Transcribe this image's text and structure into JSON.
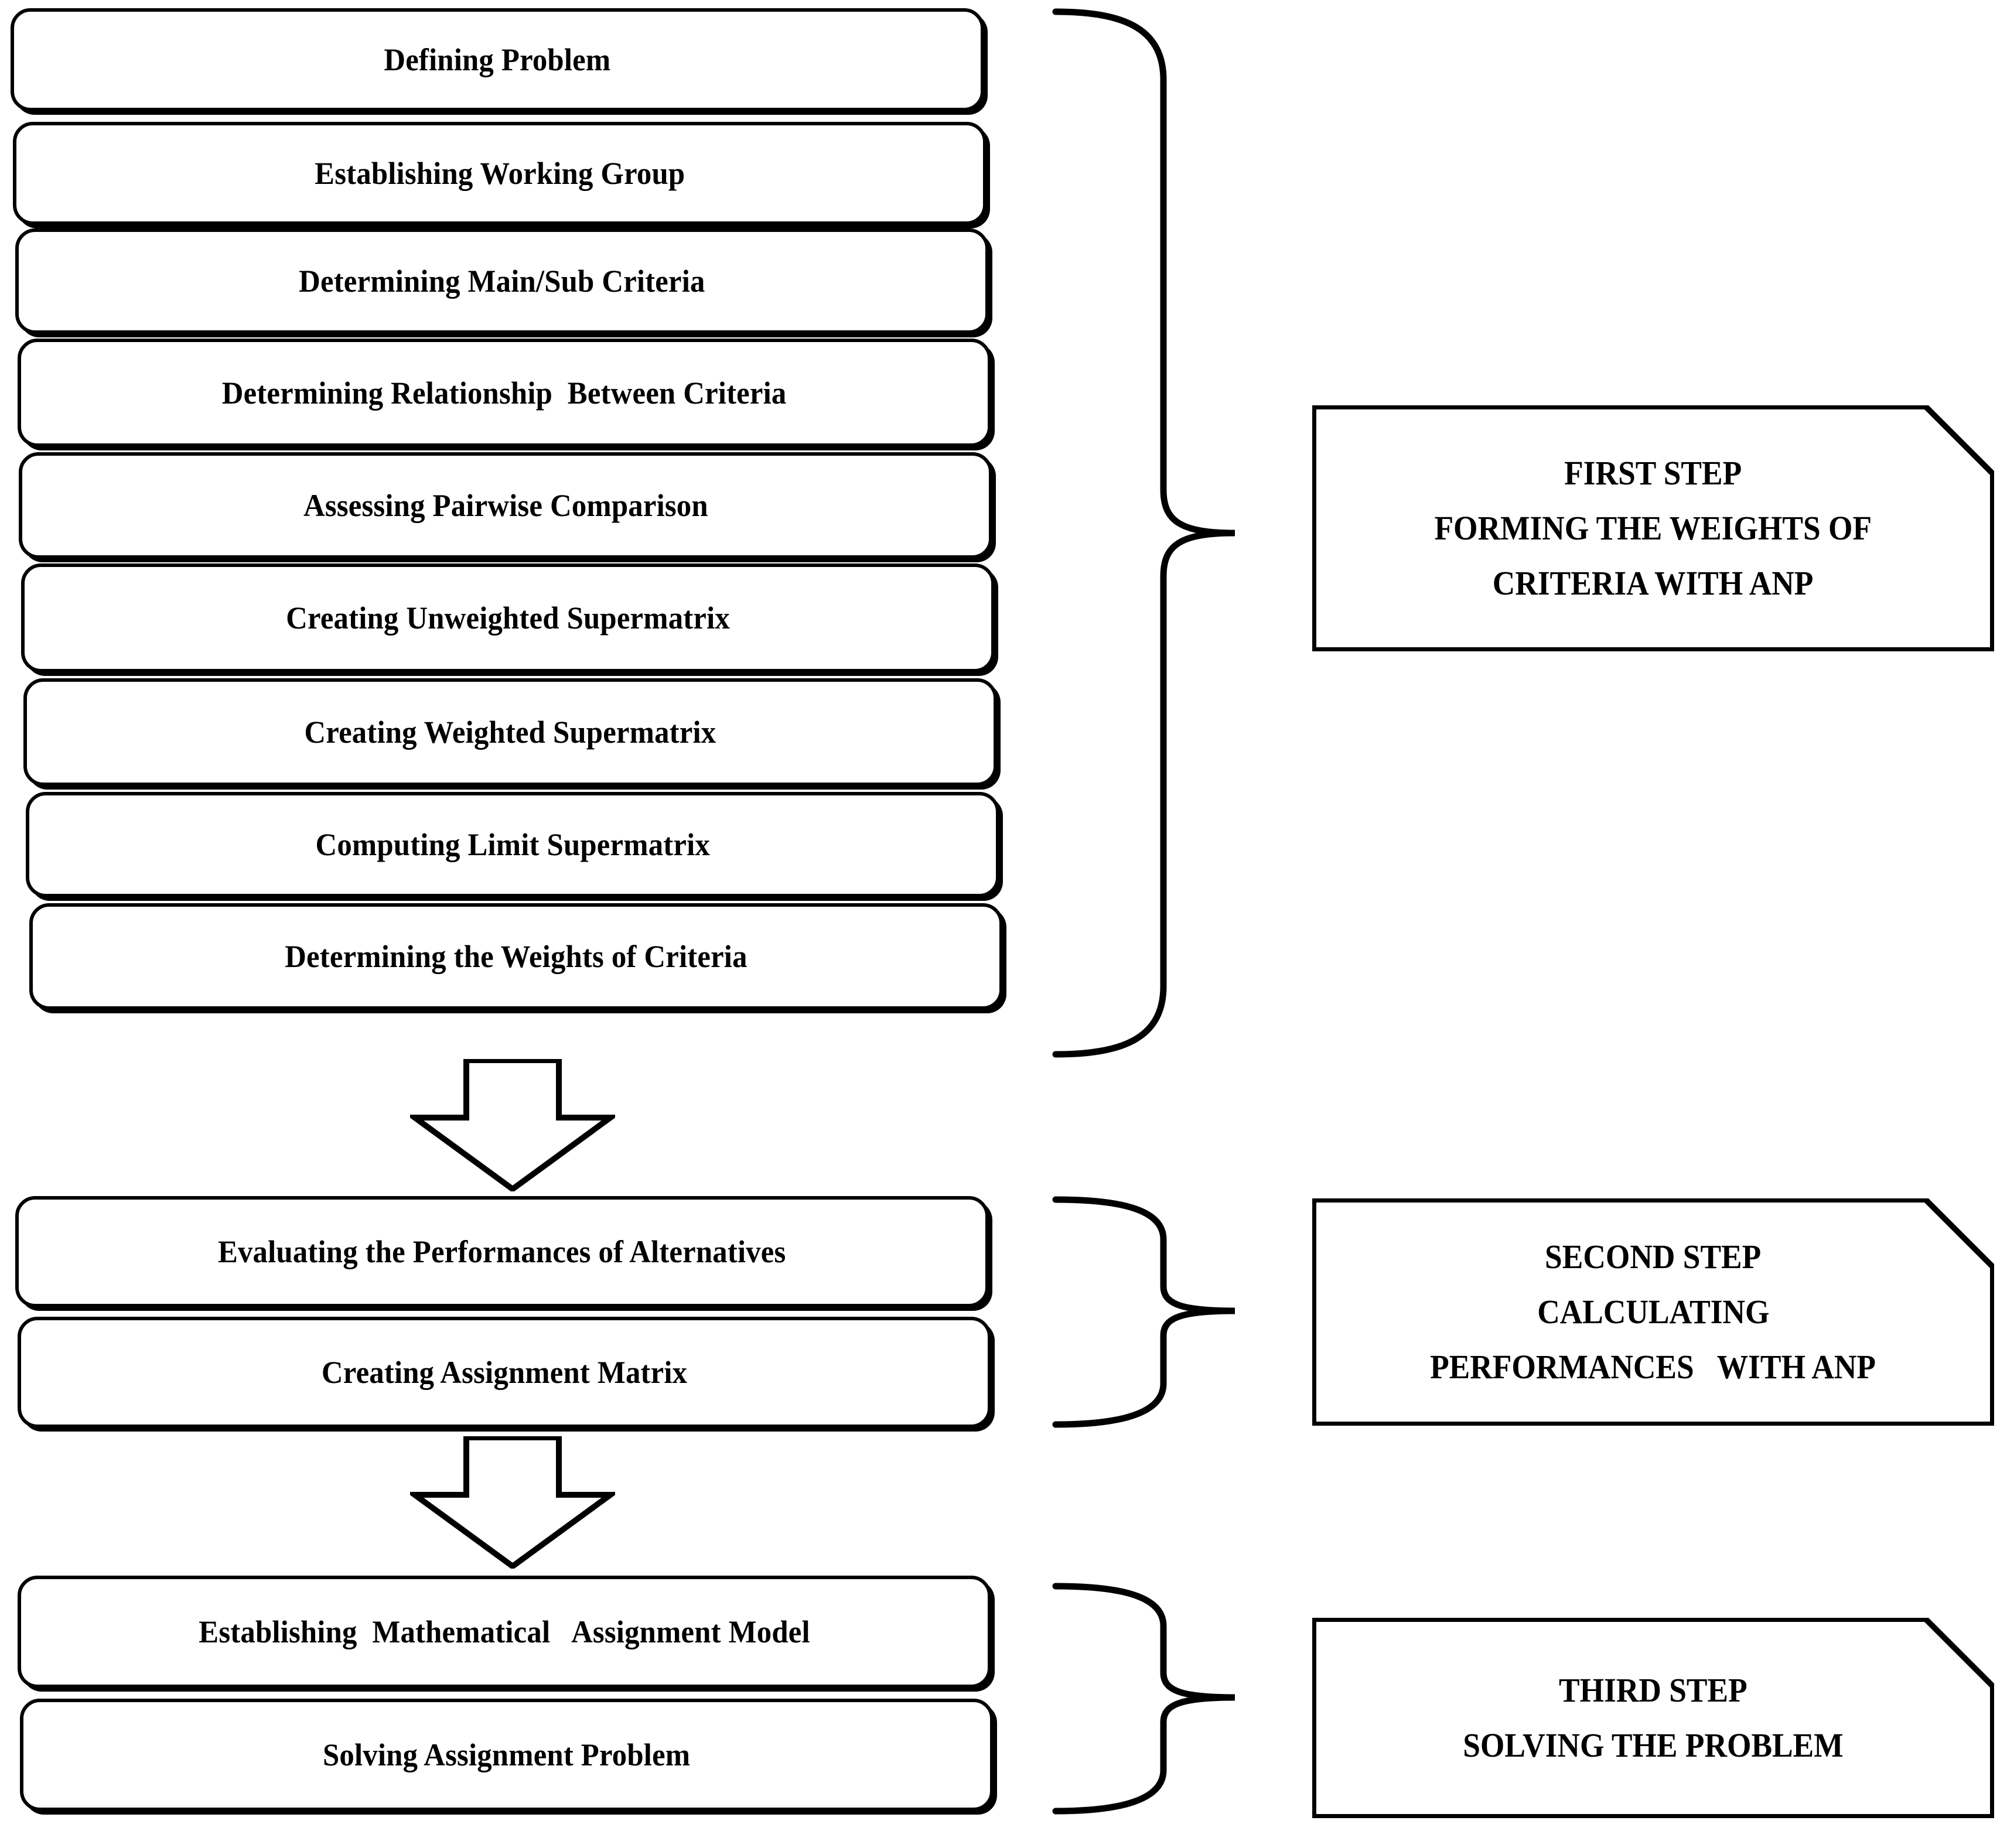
{
  "diagram": {
    "title": "ANP-based assignment methodology flowchart",
    "stroke_color": "#000000",
    "fill_color": "#ffffff"
  },
  "process_steps": [
    {
      "id": "defining-problem",
      "label": "Defining Problem"
    },
    {
      "id": "establishing-working-group",
      "label": "Establishing Working Group"
    },
    {
      "id": "determining-main-sub-criteria",
      "label": "Determining Main/Sub Criteria"
    },
    {
      "id": "determining-relationship",
      "label": "Determining Relationship  Between Criteria"
    },
    {
      "id": "assessing-pairwise",
      "label": "Assessing Pairwise Comparison"
    },
    {
      "id": "creating-unweighted",
      "label": "Creating Unweighted Supermatrix"
    },
    {
      "id": "creating-weighted",
      "label": "Creating Weighted Supermatrix"
    },
    {
      "id": "computing-limit",
      "label": "Computing Limit Supermatrix"
    },
    {
      "id": "determining-weights",
      "label": "Determining the Weights of Criteria"
    },
    {
      "id": "evaluating-performances",
      "label": "Evaluating the Performances of Alternatives"
    },
    {
      "id": "creating-assignment-matrix",
      "label": "Creating Assignment Matrix"
    },
    {
      "id": "establishing-math-model",
      "label": "Establishing  Mathematical   Assignment Model"
    },
    {
      "id": "solving-assignment-problem",
      "label": "Solving Assignment Problem"
    }
  ],
  "stages": [
    {
      "id": "first-step",
      "lines": [
        "FIRST STEP",
        "FORMING THE WEIGHTS OF",
        "CRITERIA WITH ANP"
      ]
    },
    {
      "id": "second-step",
      "lines": [
        "SECOND STEP",
        "CALCULATING",
        "PERFORMANCES   WITH ANP"
      ]
    },
    {
      "id": "third-step",
      "lines": [
        "THIRD STEP",
        "SOLVING THE PROBLEM"
      ]
    }
  ],
  "connectors": {
    "brace_first": "curly-brace-right",
    "brace_second": "curly-brace-right",
    "brace_third": "curly-brace-right",
    "arrow_one": "down-arrow",
    "arrow_two": "down-arrow"
  }
}
